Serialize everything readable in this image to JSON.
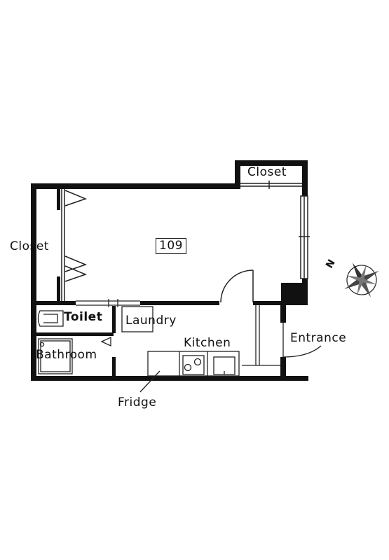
{
  "plan": {
    "unit_number": "109",
    "rooms": {
      "closet_top": "Closet",
      "closet_left": "Closet",
      "toilet": "Toilet",
      "laundry": "Laundry",
      "kitchen": "Kitchen",
      "bathroom": "Bathroom",
      "entrance": "Entrance",
      "fridge": "Fridge"
    },
    "compass_label": "N"
  },
  "colors": {
    "wall": "#111111",
    "line": "#222222",
    "background": "#ffffff"
  }
}
